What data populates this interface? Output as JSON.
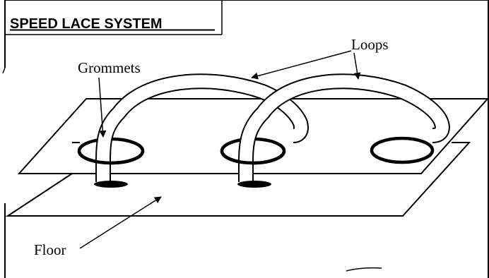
{
  "title": "SPEED LACE SYSTEM",
  "labels": {
    "grommets": "Grommets",
    "loops": "Loops",
    "floor": "Floor"
  },
  "colors": {
    "ink": "#000000",
    "paper": "#ffffff"
  }
}
